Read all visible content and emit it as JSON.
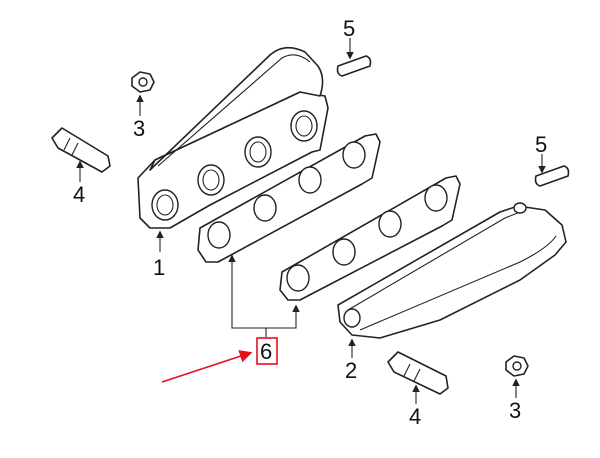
{
  "callouts": {
    "c1": "1",
    "c2": "2",
    "c3a": "3",
    "c3b": "3",
    "c4a": "4",
    "c4b": "4",
    "c5a": "5",
    "c5b": "5",
    "c6": "6"
  },
  "colors": {
    "highlight": "#e8101a",
    "line": "#222222"
  }
}
